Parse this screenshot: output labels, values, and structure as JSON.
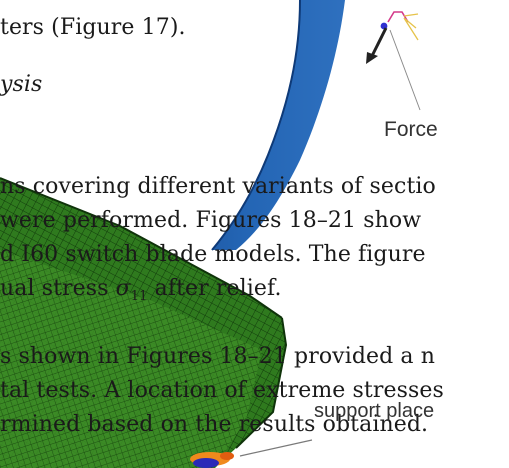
{
  "text_lines": {
    "line_1": "ters (Figure 17).",
    "line_2": "ysis",
    "line_3": "ns covering different variants of sectio",
    "line_4": "were performed. Figures 18–21 show",
    "line_5": "d I60 switch blade models. The figure",
    "line_6_pre": "ual stress ",
    "line_6_symbol": "σ",
    "line_6_sub": "11",
    "line_6_post": " after relief.",
    "line_7": "s shown in Figures 18–21 provided a n",
    "line_8": "tal tests. A location of extreme stresses",
    "line_9": "rmined based on the results obtained."
  },
  "figure": {
    "force_label": "Force",
    "support_label": "support place",
    "colors": {
      "blade_blue": "#1f5fae",
      "rail_green": "#2f7a1e",
      "mesh_dark": "#123d0c",
      "support_orange": "#f08a1c",
      "support_blue": "#2a2ab8",
      "force_arrow": "#222222"
    }
  }
}
